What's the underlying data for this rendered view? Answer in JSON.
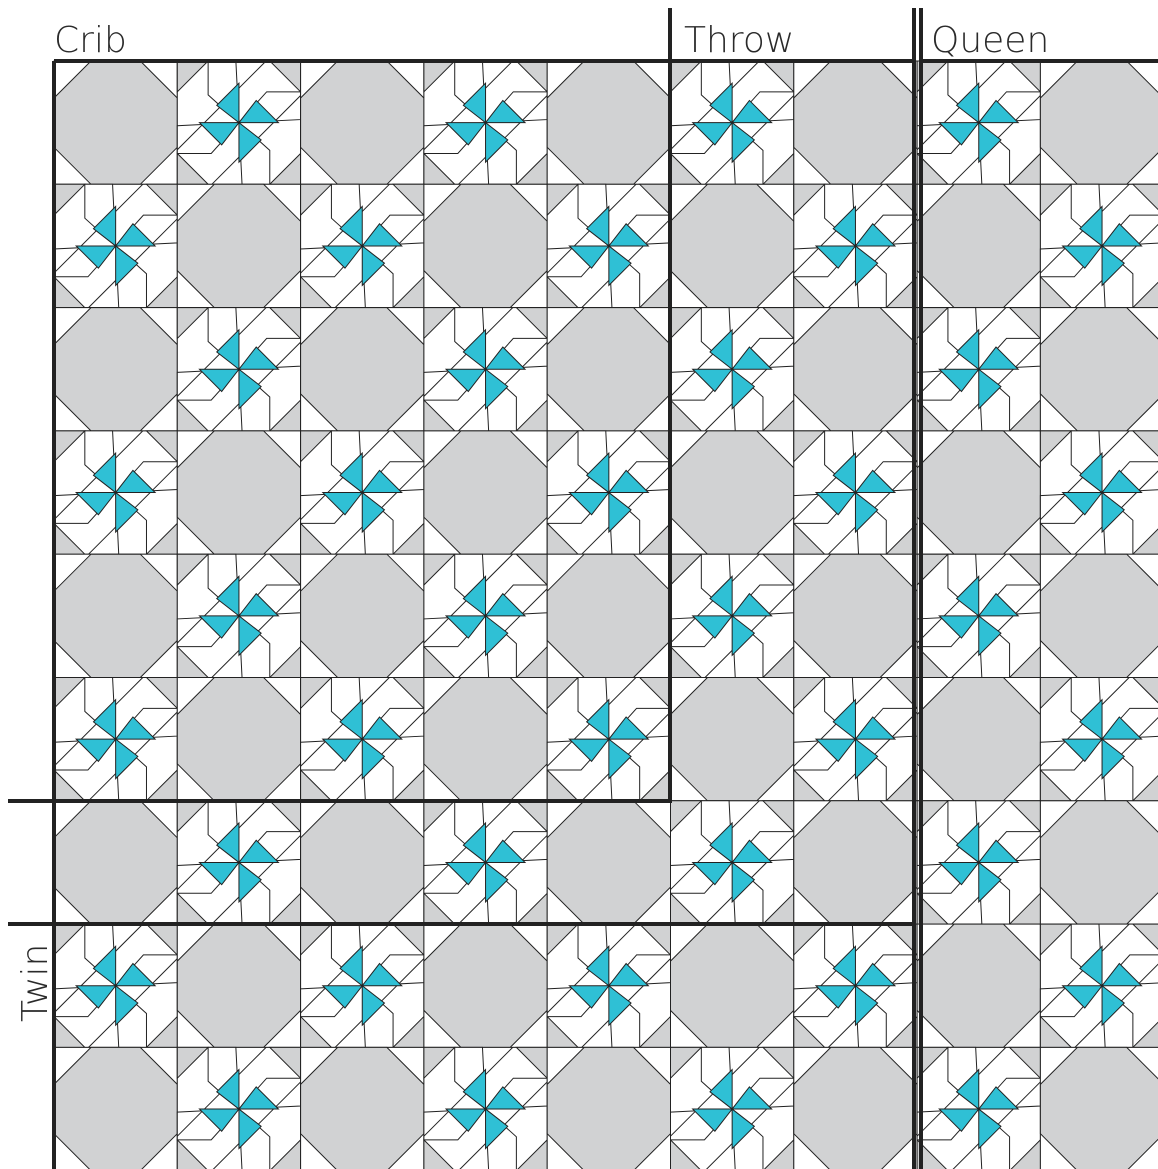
{
  "labels": {
    "crib": "Crib",
    "throw": "Throw",
    "queen": "Queen",
    "twin": "Twin"
  },
  "quilt": {
    "block_types": [
      "octagon-snowball",
      "pinwheel-star"
    ],
    "colors": {
      "background": "#ffffff",
      "octagon": "#d1d2d3",
      "accent": "#2fc0d5",
      "outline": "#222222",
      "boundary": "#222222"
    }
  }
}
